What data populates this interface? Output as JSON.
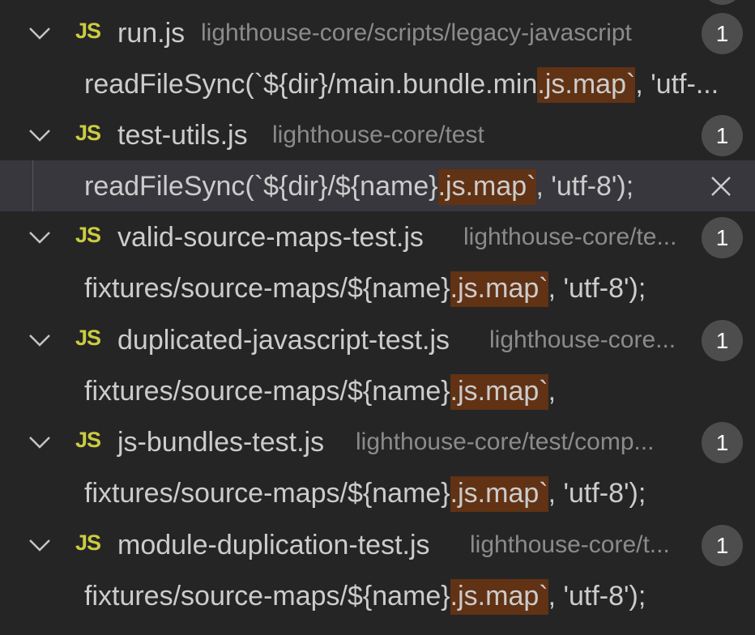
{
  "results": [
    {
      "file_icon": "JS",
      "filename": "run.js",
      "path": "lighthouse-core/scripts/legacy-javascript",
      "count": "1",
      "match": {
        "before": "readFileSync(`${dir}/main.bundle.min",
        "highlight": ".js.map`",
        "after": ", 'utf-..."
      }
    },
    {
      "file_icon": "JS",
      "filename": "test-utils.js",
      "path": "lighthouse-core/test",
      "count": "1",
      "match": {
        "before": "readFileSync(`${dir}/${name}",
        "highlight": ".js.map`",
        "after": ", 'utf-8');"
      }
    },
    {
      "file_icon": "JS",
      "filename": "valid-source-maps-test.js",
      "path": "lighthouse-core/te...",
      "count": "1",
      "match": {
        "before": "fixtures/source-maps/${name}",
        "highlight": ".js.map`",
        "after": ", 'utf-8');"
      }
    },
    {
      "file_icon": "JS",
      "filename": "duplicated-javascript-test.js",
      "path": "lighthouse-core...",
      "count": "1",
      "match": {
        "before": "fixtures/source-maps/${name}",
        "highlight": ".js.map`",
        "after": ","
      }
    },
    {
      "file_icon": "JS",
      "filename": "js-bundles-test.js",
      "path": "lighthouse-core/test/comp...",
      "count": "1",
      "match": {
        "before": "fixtures/source-maps/${name}",
        "highlight": ".js.map`",
        "after": ", 'utf-8');"
      }
    },
    {
      "file_icon": "JS",
      "filename": "module-duplication-test.js",
      "path": "lighthouse-core/t...",
      "count": "1",
      "match": {
        "before": "fixtures/source-maps/${name}",
        "highlight": ".js.map`",
        "after": ", 'utf-8');"
      }
    }
  ],
  "icons": {
    "expand": "chevron-down-icon",
    "file": "javascript-file-icon",
    "dismiss": "close-icon"
  },
  "colors": {
    "background": "#252526",
    "selected_row": "#37373d",
    "match_highlight": "#613214",
    "js_icon": "#cbcb41",
    "badge": "#4d4d4d"
  }
}
